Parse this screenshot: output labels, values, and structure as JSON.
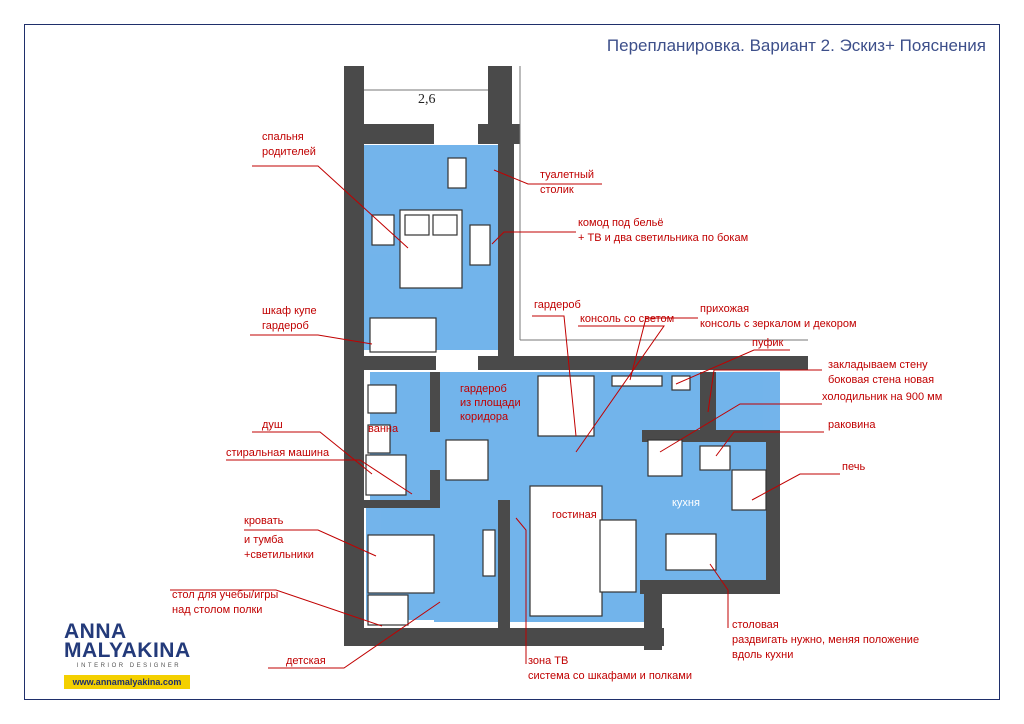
{
  "title": "Перепланировка. Вариант 2. Эскиз+ Пояснения",
  "dimension_label": "2,6",
  "logo": {
    "line1": "ANNA",
    "line2": "MALYAKINA",
    "subtitle": "INTERIOR DESIGNER",
    "url": "www.annamalyakina.com"
  },
  "colors": {
    "annotation": "#c00000",
    "wall": "#4a4a4a",
    "floor": "#5aa7e8",
    "frame": "#1f2f6b"
  },
  "rooms": {
    "bath": "ванна",
    "wardrobe_corridor": [
      "гардероб",
      "из площади",
      "коридора"
    ],
    "living": "гостиная",
    "kitchen": "кухня"
  },
  "labels": {
    "parents_bedroom": [
      "спальня",
      "родителей"
    ],
    "dressing_table": [
      "туалетный",
      "столик"
    ],
    "dresser": [
      "комод под бельё",
      "+ ТВ и два светильника по бокам"
    ],
    "wardrobe_coupe": [
      "шкаф купе",
      "гардероб"
    ],
    "wardrobe": "гардероб",
    "console_light": "консоль со светом",
    "hallway": [
      "прихожая",
      "консоль с зеркалом и декором"
    ],
    "pouf": "пуфик",
    "wall_close": [
      "закладываем стену",
      "боковая стена новая"
    ],
    "fridge": "холодильник на 900 мм",
    "sink": "раковина",
    "stove": "печь",
    "shower": "душ",
    "washing_machine": "стиральная машина",
    "bed": [
      "кровать",
      "и тумба",
      "+светильники"
    ],
    "study_desk": [
      "стол для учебы/игры",
      "над столом полки"
    ],
    "kids_room": "детская",
    "tv_zone": [
      "зона ТВ",
      "система со шкафами и полками"
    ],
    "dining": [
      "столовая",
      "раздвигать нужно, меняя положение",
      "вдоль кухни"
    ]
  }
}
